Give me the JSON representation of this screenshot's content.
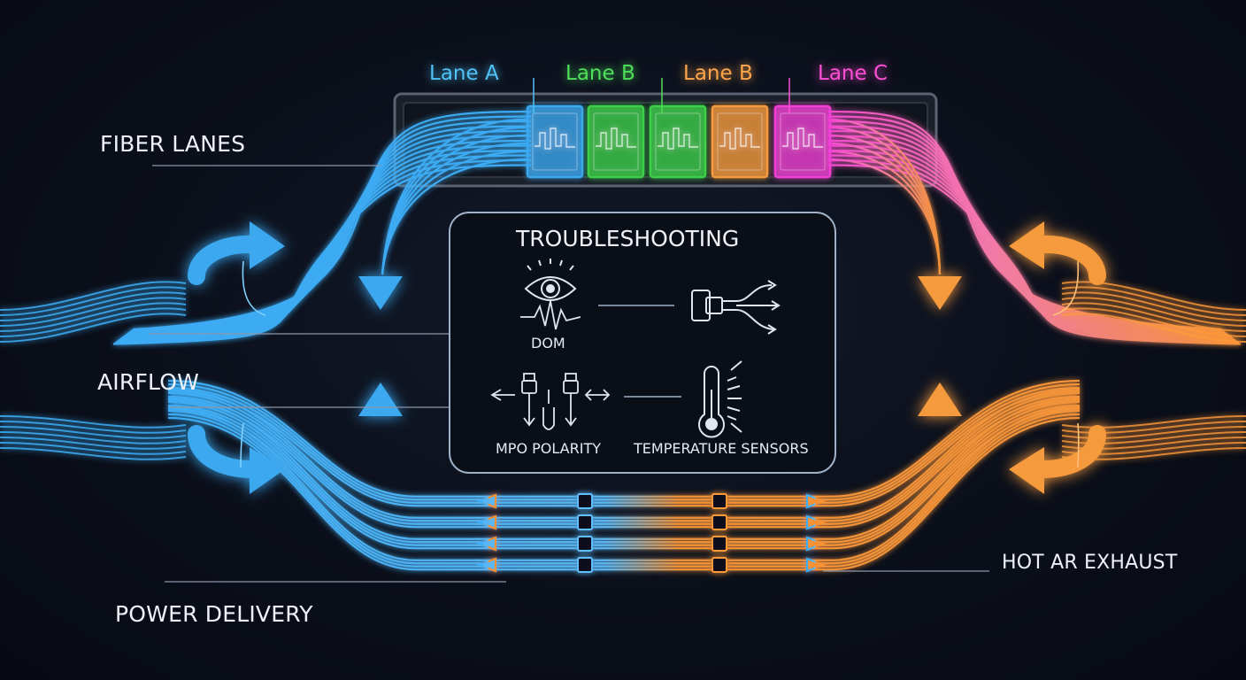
{
  "lanes": [
    {
      "label": "Lane A",
      "color": "#4fc3f7"
    },
    {
      "label": "Lane B",
      "color": "#4ee05a"
    },
    {
      "label": "Lane B",
      "color": "#ffa64a"
    },
    {
      "label": "Lane C",
      "color": "#ff4fd8"
    }
  ],
  "modules": [
    {
      "color": "#3aa8f0"
    },
    {
      "color": "#3ccf4a"
    },
    {
      "color": "#3ccf4a"
    },
    {
      "color": "#f59a3c"
    },
    {
      "color": "#f23fd6"
    }
  ],
  "labels": {
    "fiber_lanes": "FIBER LANES",
    "airflow": "AIRFLOW",
    "power_delivery": "POWER DELIVERY",
    "hot_air_exhaust": "HOT AR EXHAUST"
  },
  "panel": {
    "title": "TROUBLESHOOTING",
    "dom": "DOM",
    "mpo_polarity": "MPO POLARITY",
    "temperature_sensors": "TEMPERATURE SENSORS"
  },
  "colors": {
    "cool": "#3fb4ff",
    "hot": "#ff9a3a",
    "panel_border": "#9fb0c8"
  }
}
